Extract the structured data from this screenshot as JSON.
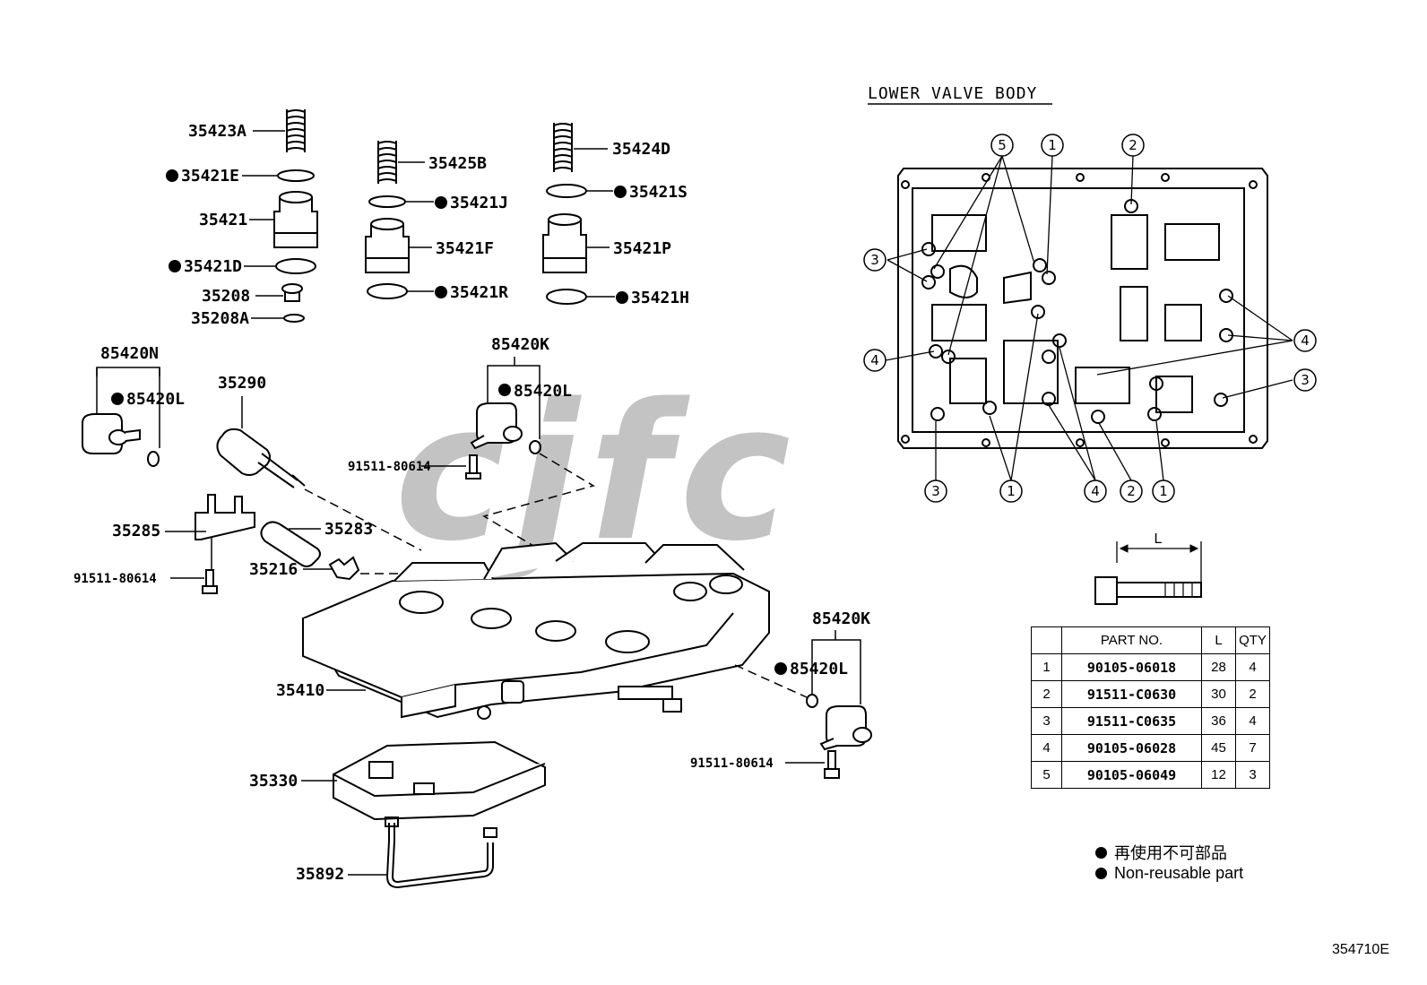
{
  "section_title": "LOWER VALVE BODY",
  "diagram_code": "354710E",
  "watermark": "cjfc",
  "part_labels": {
    "p35423A": "35423A",
    "p35421E": "35421E",
    "p35421": "35421",
    "p35421D": "35421D",
    "p35208": "35208",
    "p35208A": "35208A",
    "p35425B": "35425B",
    "p35421J": "35421J",
    "p35421F": "35421F",
    "p35421R": "35421R",
    "p35424D": "35424D",
    "p35421S": "35421S",
    "p35421P": "35421P",
    "p35421H": "35421H",
    "p85420N": "85420N",
    "p85420L_a": "85420L",
    "p35290": "35290",
    "p85420K_a": "85420K",
    "p85420L_b": "85420L",
    "p91511_a": "91511-80614",
    "p35285": "35285",
    "p35283": "35283",
    "p91511_b": "91511-80614",
    "p35216": "35216",
    "p35410": "35410",
    "p85420K_b": "85420K",
    "p85420L_c": "85420L",
    "p91511_c": "91511-80614",
    "p35330": "35330",
    "p35892": "35892"
  },
  "callouts": {
    "c5": "5",
    "c1a": "1",
    "c2a": "2",
    "c3a": "3",
    "c4a": "4",
    "c4b": "4",
    "c3b": "3",
    "c3c": "3",
    "c1b": "1",
    "c4c": "4",
    "c2b": "2",
    "c1c": "1"
  },
  "bolt_dimension_label": "L",
  "bolt_table": {
    "headers": [
      "",
      "PART NO.",
      "L",
      "QTY"
    ],
    "rows": [
      {
        "no": "1",
        "part": "90105-06018",
        "l": "28",
        "qty": "4"
      },
      {
        "no": "2",
        "part": "91511-C0630",
        "l": "30",
        "qty": "2"
      },
      {
        "no": "3",
        "part": "91511-C0635",
        "l": "36",
        "qty": "4"
      },
      {
        "no": "4",
        "part": "90105-06028",
        "l": "45",
        "qty": "7"
      },
      {
        "no": "5",
        "part": "90105-06049",
        "l": "12",
        "qty": "3"
      }
    ]
  },
  "legend": {
    "jp": "再使用不可部品",
    "en": "Non-reusable part"
  }
}
